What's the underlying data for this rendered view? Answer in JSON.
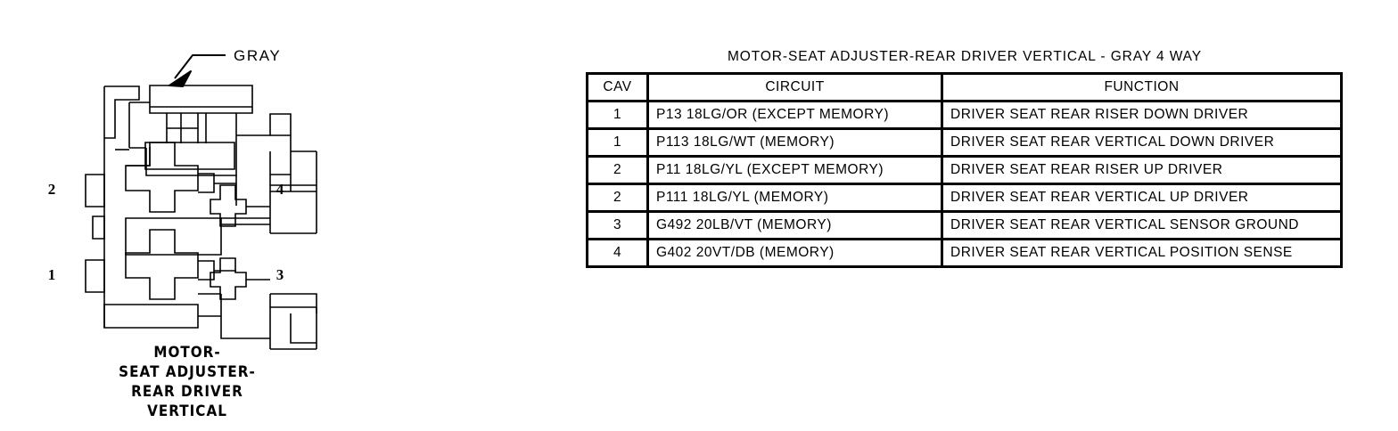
{
  "connector": {
    "callout_label": "GRAY",
    "pin_labels": {
      "top_left": "2",
      "bottom_left": "1",
      "top_right": "4",
      "bottom_right": "3"
    },
    "caption_lines": [
      "MOTOR-",
      "SEAT ADJUSTER-",
      "REAR DRIVER",
      "VERTICAL"
    ]
  },
  "table": {
    "title": "MOTOR-SEAT ADJUSTER-REAR DRIVER VERTICAL - GRAY 4 WAY",
    "headers": {
      "cav": "CAV",
      "circuit": "CIRCUIT",
      "function": "FUNCTION"
    },
    "rows": [
      {
        "cav": "1",
        "circuit": "P13 18LG/OR (EXCEPT MEMORY)",
        "function": "DRIVER SEAT REAR RISER DOWN DRIVER"
      },
      {
        "cav": "1",
        "circuit": "P113 18LG/WT (MEMORY)",
        "function": "DRIVER SEAT REAR VERTICAL DOWN DRIVER"
      },
      {
        "cav": "2",
        "circuit": "P11 18LG/YL (EXCEPT MEMORY)",
        "function": "DRIVER SEAT REAR RISER UP DRIVER"
      },
      {
        "cav": "2",
        "circuit": "P111 18LG/YL (MEMORY)",
        "function": "DRIVER SEAT REAR VERTICAL UP DRIVER"
      },
      {
        "cav": "3",
        "circuit": "G492 20LB/VT (MEMORY)",
        "function": "DRIVER SEAT REAR VERTICAL SENSOR GROUND"
      },
      {
        "cav": "4",
        "circuit": "G402 20VT/DB (MEMORY)",
        "function": "DRIVER SEAT REAR VERTICAL POSITION SENSE"
      }
    ]
  },
  "colors": {
    "line": "#000000",
    "background": "#ffffff"
  }
}
